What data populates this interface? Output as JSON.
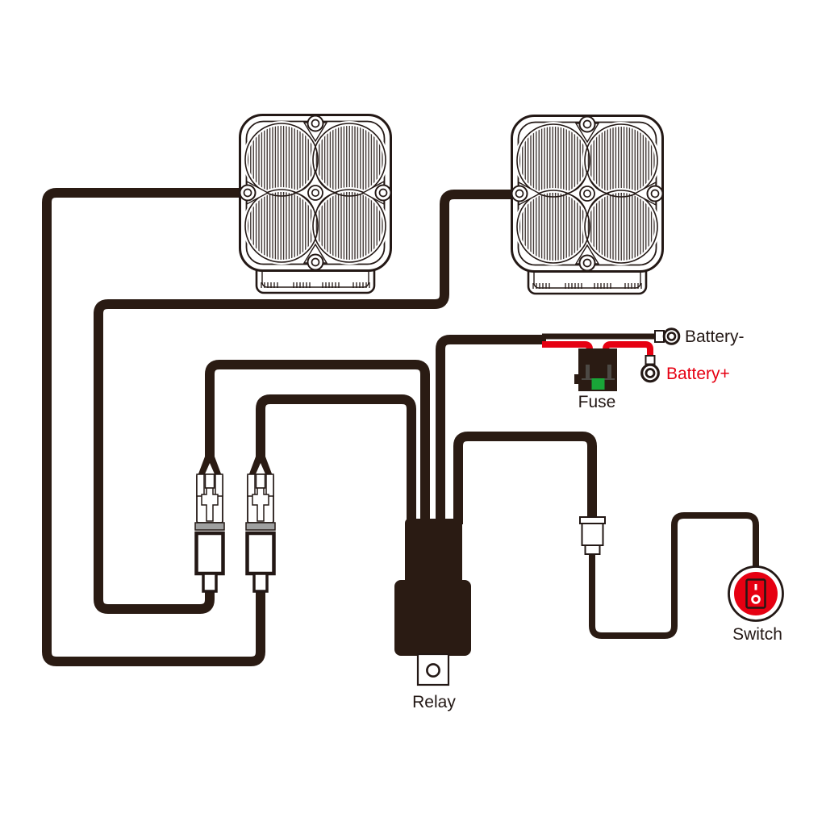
{
  "diagram": {
    "type": "wiring-diagram",
    "title": "LED pod light wiring harness diagram",
    "labels": {
      "battery_negative": "Battery-",
      "battery_positive": "Battery+",
      "fuse": "Fuse",
      "relay": "Relay",
      "switch": "Switch"
    },
    "colors": {
      "wire": "#2A1B13",
      "outline": "#231815",
      "red": "#E60012",
      "green": "#19A538",
      "gray": "#9FA0A0",
      "darkgray": "#4C4944",
      "label": "#231815",
      "bg": "#FFFFFF"
    },
    "icons": [
      "led-pod-light-left",
      "led-pod-light-right",
      "connector-pair-left",
      "connector-pair-right",
      "fuse-holder",
      "relay",
      "inline-connector",
      "rocker-switch",
      "ring-terminal-negative",
      "ring-terminal-positive"
    ]
  }
}
